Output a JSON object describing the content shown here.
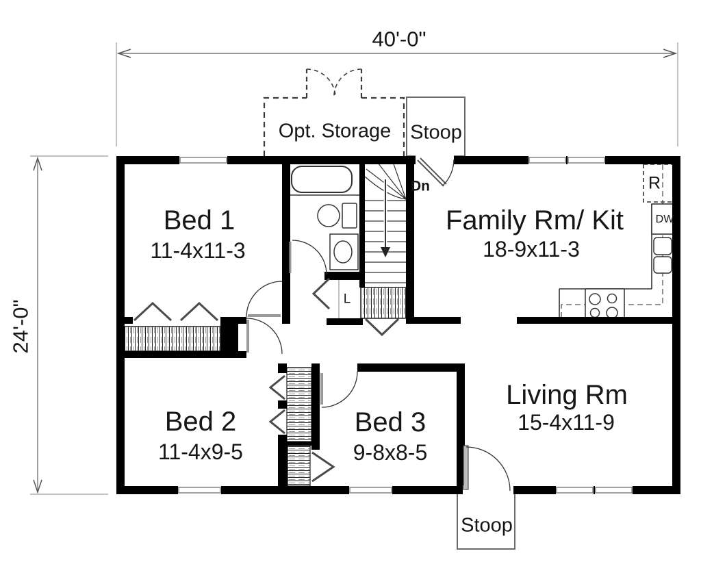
{
  "dimensions": {
    "width_label": "40'-0\"",
    "height_label": "24'-0\""
  },
  "rooms": {
    "bed1": {
      "name": "Bed 1",
      "size": "11-4x11-3"
    },
    "family": {
      "name": "Family Rm/ Kit",
      "size": "18-9x11-3"
    },
    "living": {
      "name": "Living Rm",
      "size": "15-4x11-9"
    },
    "bed2": {
      "name": "Bed 2",
      "size": "11-4x9-5"
    },
    "bed3": {
      "name": "Bed 3",
      "size": "9-8x8-5"
    }
  },
  "features": {
    "opt_storage": "Opt. Storage",
    "stoop_top": "Stoop",
    "stoop_bottom": "Stoop",
    "stairs_down": "Dn",
    "linen_closet": "L",
    "refrigerator": "R",
    "dishwasher": "DW"
  },
  "colors": {
    "walls": "#000000",
    "fixtures": "#333333",
    "dimension_lines": "#777777",
    "background": "#ffffff"
  }
}
